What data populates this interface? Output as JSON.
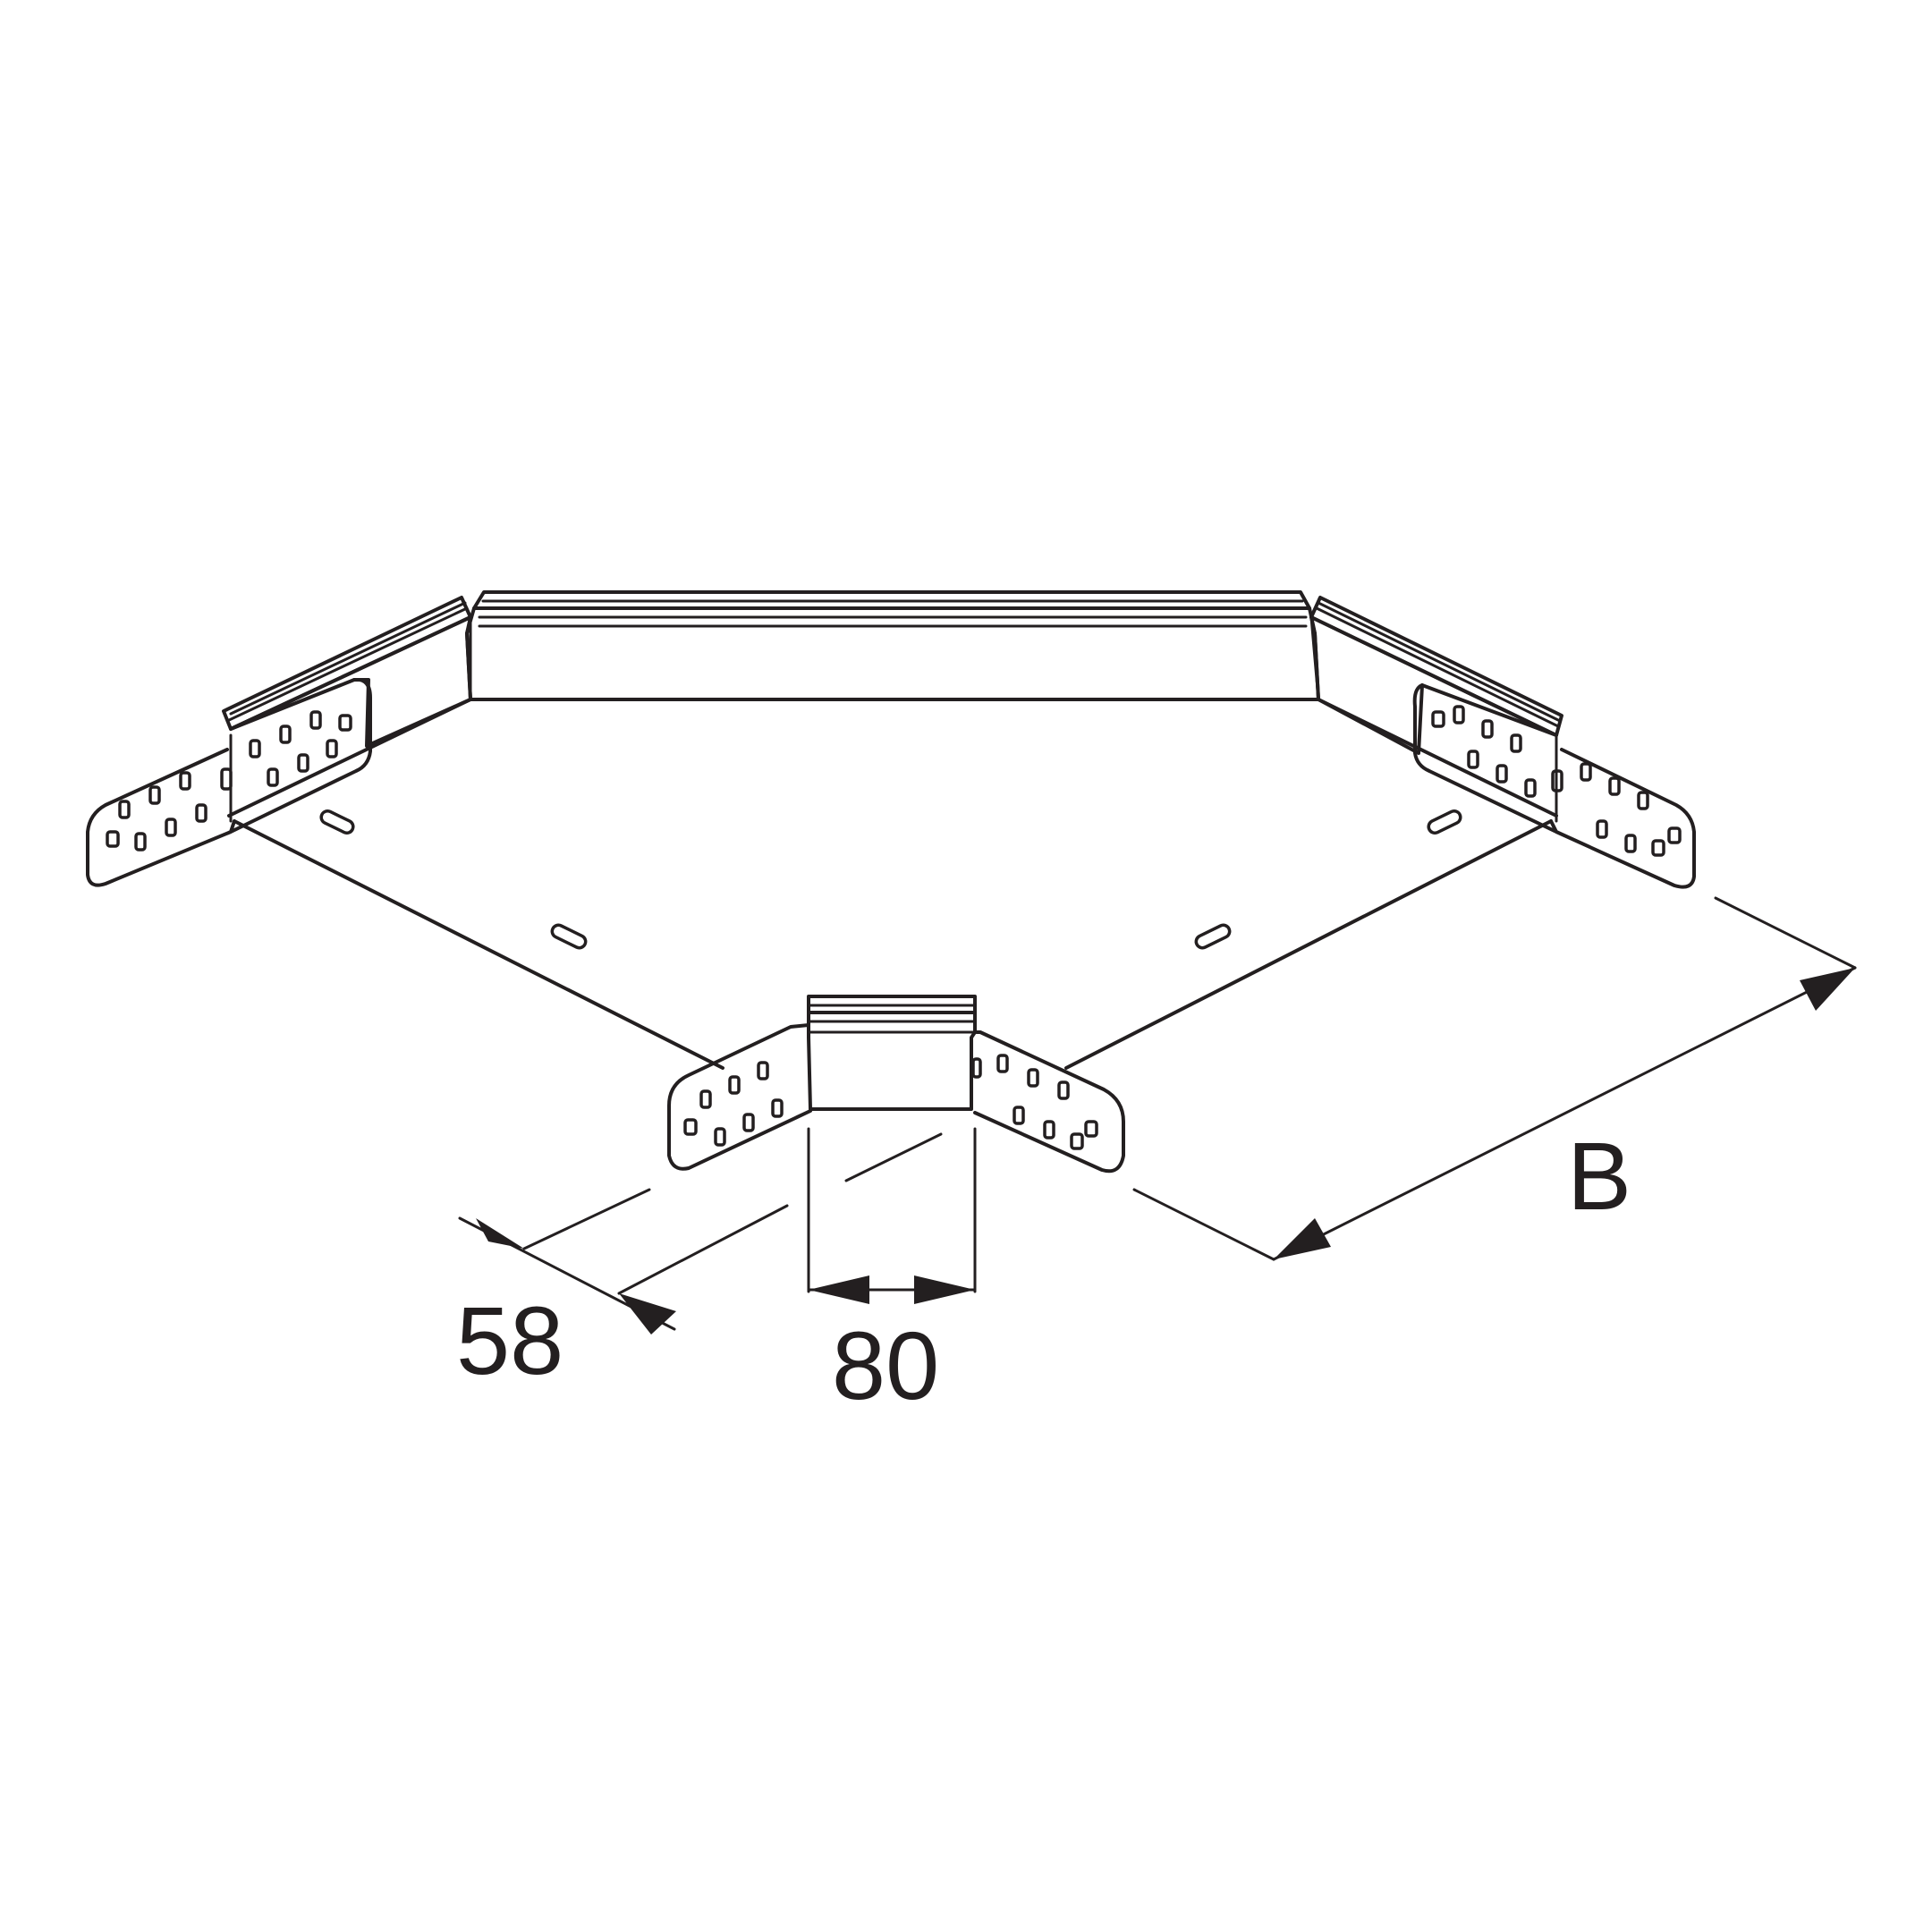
{
  "dimensions": {
    "flange": "58",
    "rail_height": "80",
    "width": "B"
  },
  "colors": {
    "line": "#231f20",
    "background": "#ffffff"
  }
}
